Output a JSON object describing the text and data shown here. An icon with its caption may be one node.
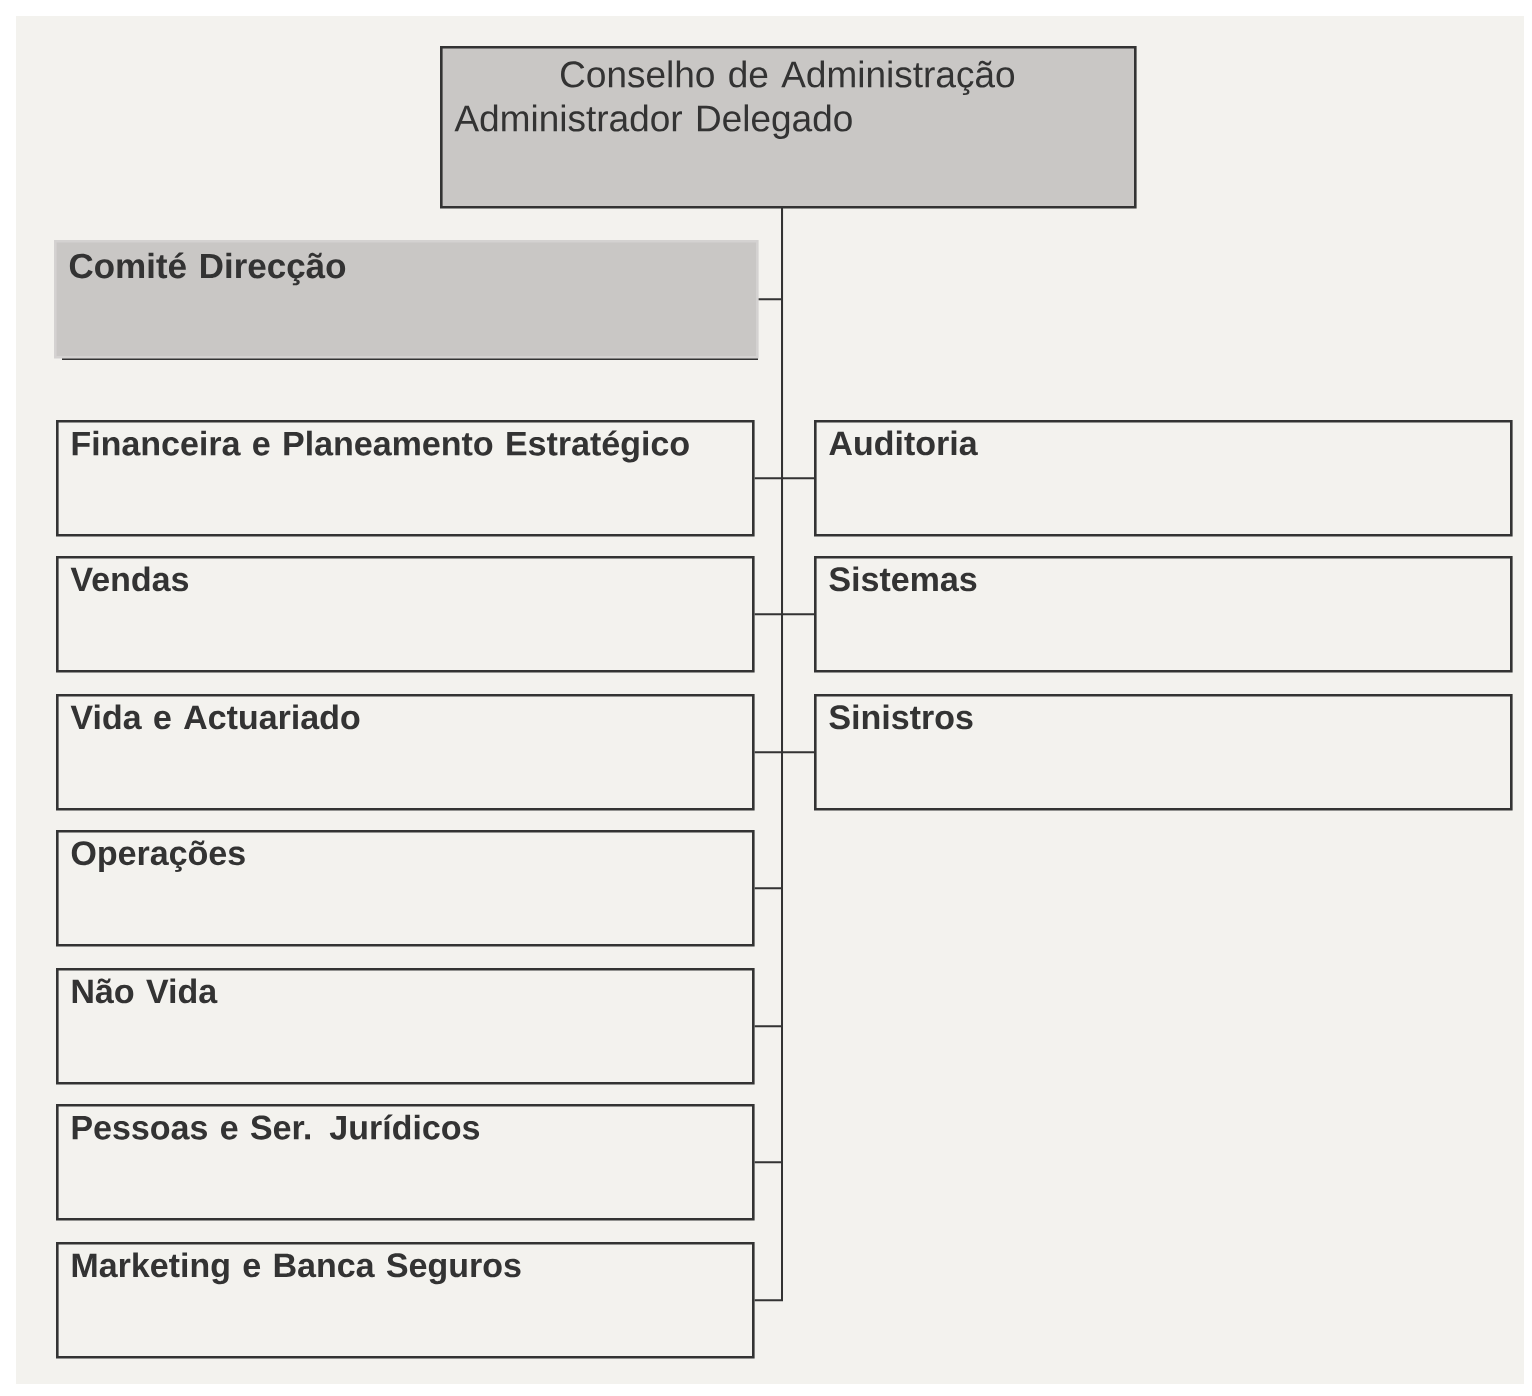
{
  "diagram": {
    "nodes": [
      {
        "text": [
          "Conselho de Administração",
          "Administrador Delegado"
        ]
      },
      {
        "text": [
          "Comité Direcção"
        ]
      },
      {
        "text": [
          "Financeira e Planeamento Estratégico"
        ]
      },
      {
        "text": [
          "Auditoria"
        ]
      },
      {
        "text": [
          "Vendas"
        ]
      },
      {
        "text": [
          "Sistemas"
        ]
      },
      {
        "text": [
          "Vida e Actuariado"
        ]
      },
      {
        "text": [
          "Sinistros"
        ]
      },
      {
        "text": [
          "Operações"
        ]
      },
      {
        "text": [
          "Não Vida"
        ]
      },
      {
        "text": [
          "Pessoas e Ser. Jurídicos"
        ]
      },
      {
        "text": [
          "Marketing e Banca Seguros"
        ]
      }
    ],
    "edges": [
      {
        "from": 0,
        "to": 1,
        "arrow": "none"
      },
      {
        "from": 0,
        "to": 2,
        "arrow": "none"
      },
      {
        "from": 0,
        "to": 3,
        "arrow": "none"
      },
      {
        "from": 0,
        "to": 4,
        "arrow": "none"
      },
      {
        "from": 0,
        "to": 5,
        "arrow": "none"
      },
      {
        "from": 0,
        "to": 6,
        "arrow": "none"
      },
      {
        "from": 0,
        "to": 7,
        "arrow": "none"
      },
      {
        "from": 0,
        "to": 8,
        "arrow": "none"
      },
      {
        "from": 0,
        "to": 9,
        "arrow": "none"
      },
      {
        "from": 0,
        "to": 10,
        "arrow": "none"
      },
      {
        "from": 0,
        "to": 11,
        "arrow": "none"
      }
    ]
  }
}
